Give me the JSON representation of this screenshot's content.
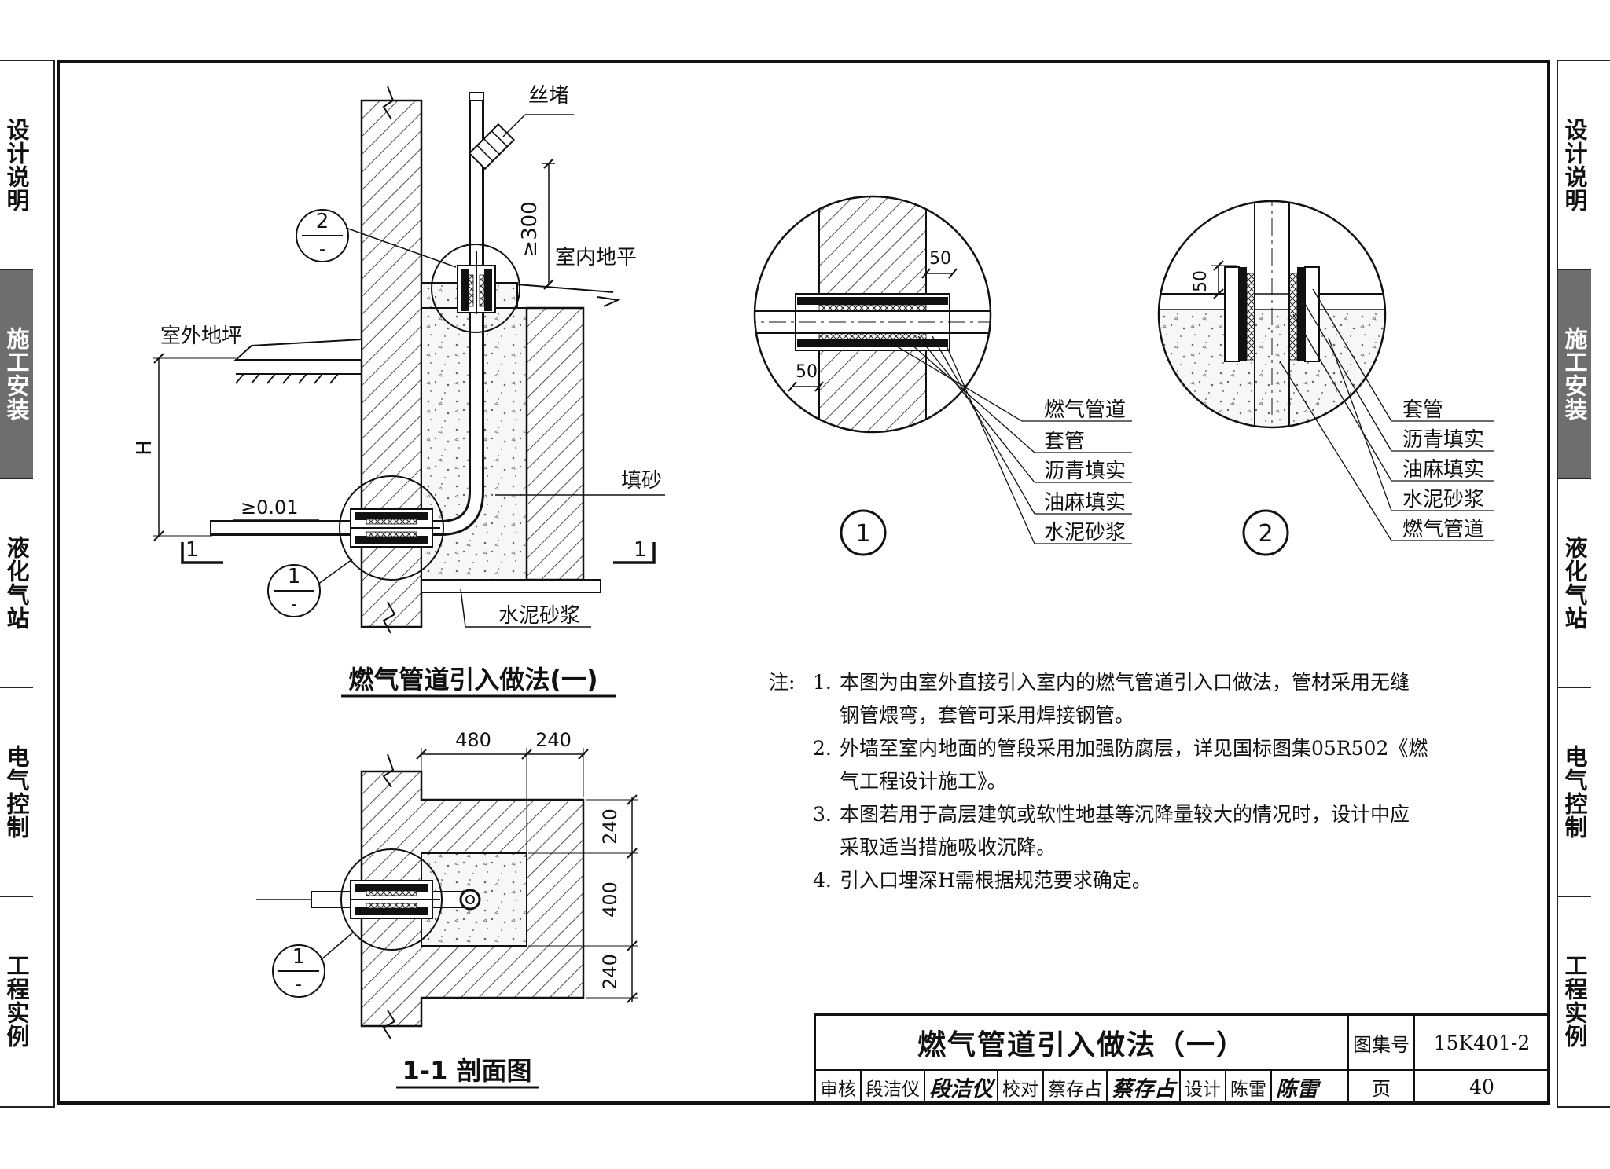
{
  "left_tabs": [
    "设计说明",
    "施工安装",
    "液化气站",
    "电气控制",
    "工程实例"
  ],
  "right_tabs": [
    "设计说明",
    "施工安装",
    "液化气站",
    "电气控制",
    "工程实例"
  ],
  "active_tab": "施工安装",
  "colors": {
    "active_tab": "#6e6e6e",
    "line": "#111111"
  },
  "drawing1": {
    "title": "燃气管道引入做法(一)",
    "labels": {
      "plug": "丝堵",
      "min_height": "≥300",
      "indoor_floor": "室内地平",
      "outdoor_slope": "室外地坪",
      "depth": "H",
      "slope": "≥0.01",
      "sand": "填砂",
      "mortar": "水泥砂浆",
      "section_mark": "1",
      "callout1": "1",
      "callout2": "2",
      "callout_dash": "-"
    }
  },
  "section": {
    "title": "1-1 剖面图",
    "dims": {
      "width_a": "480",
      "width_b": "240",
      "height_top": "240",
      "height_mid": "400",
      "height_bot": "240"
    },
    "callout": "1",
    "callout_dash": "-"
  },
  "detail1": {
    "number": "1",
    "dim_top": "50",
    "dim_bottom": "50",
    "labels": [
      "燃气管道",
      "套管",
      "沥青填实",
      "油麻填实",
      "水泥砂浆"
    ]
  },
  "detail2": {
    "number": "2",
    "dim": "50",
    "labels": [
      "套管",
      "沥青填实",
      "油麻填实",
      "水泥砂浆",
      "燃气管道"
    ]
  },
  "notes": {
    "lead": "注:",
    "items": [
      {
        "num": "1.",
        "lines": [
          "本图为由室外直接引入室内的燃气管道引入口做法，管材采用无缝",
          "钢管煨弯，套管可采用焊接钢管。"
        ]
      },
      {
        "num": "2.",
        "lines": [
          "外墙至室内地面的管段采用加强防腐层，详见国标图集05R502《燃",
          "气工程设计施工》。"
        ]
      },
      {
        "num": "3.",
        "lines": [
          "本图若用于高层建筑或软性地基等沉降量较大的情况时，设计中应",
          "采取适当措施吸收沉降。"
        ]
      },
      {
        "num": "4.",
        "lines": [
          "引入口埋深H需根据规范要求确定。"
        ]
      }
    ]
  },
  "title_block": {
    "title": "燃气管道引入做法（一）",
    "atlas_label": "图集号",
    "atlas_no": "15K401-2",
    "page_label": "页",
    "page_no": "40",
    "review_label": "审核",
    "reviewer": "段洁仪",
    "reviewer_sig": "段洁仪",
    "check_label": "校对",
    "checker": "蔡存占",
    "checker_sig": "蔡存占",
    "design_label": "设计",
    "designer": "陈雷",
    "designer_sig": "陈雷"
  }
}
